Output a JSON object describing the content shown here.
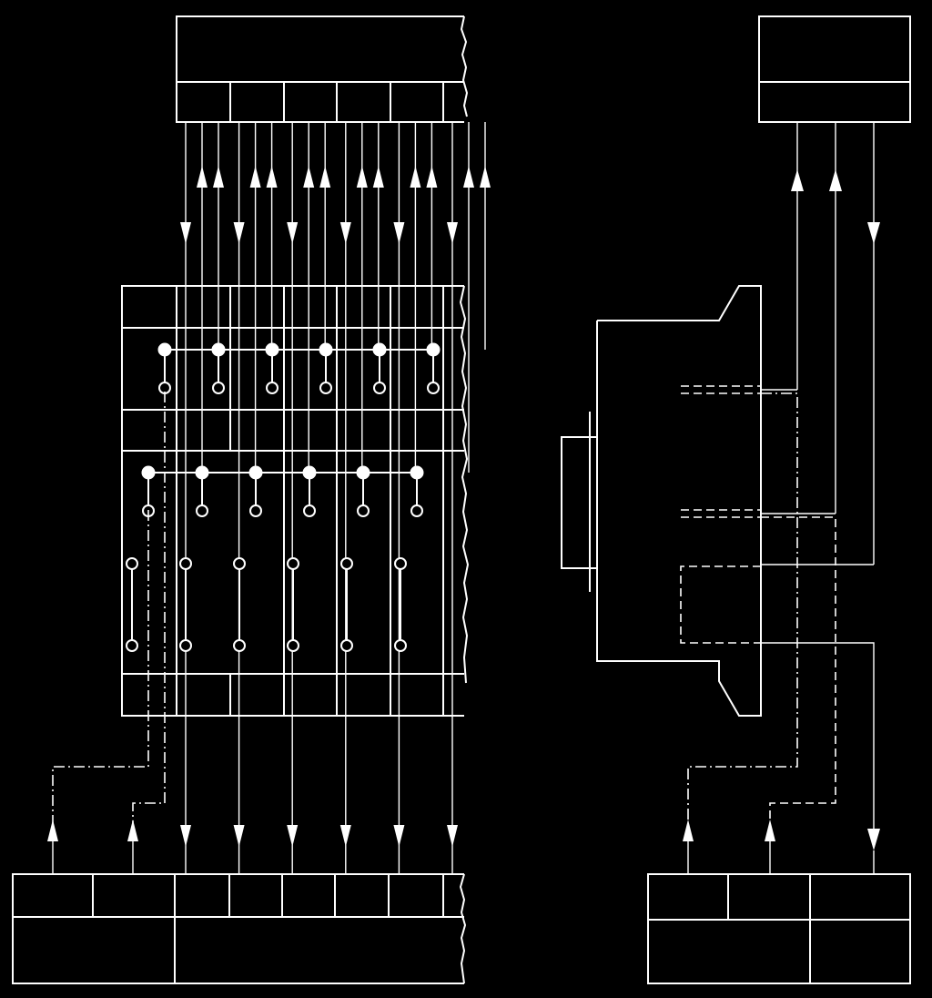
{
  "diagram": {
    "description_text": [],
    "colors": {
      "background": "#000000",
      "line": "#ffffff"
    },
    "left_assembly": {
      "top_terminal_cells": 6,
      "channels": 6,
      "contact_rows": 3
    },
    "right_assembly": {
      "top_terminal_cells": 1,
      "channels": 3
    }
  }
}
